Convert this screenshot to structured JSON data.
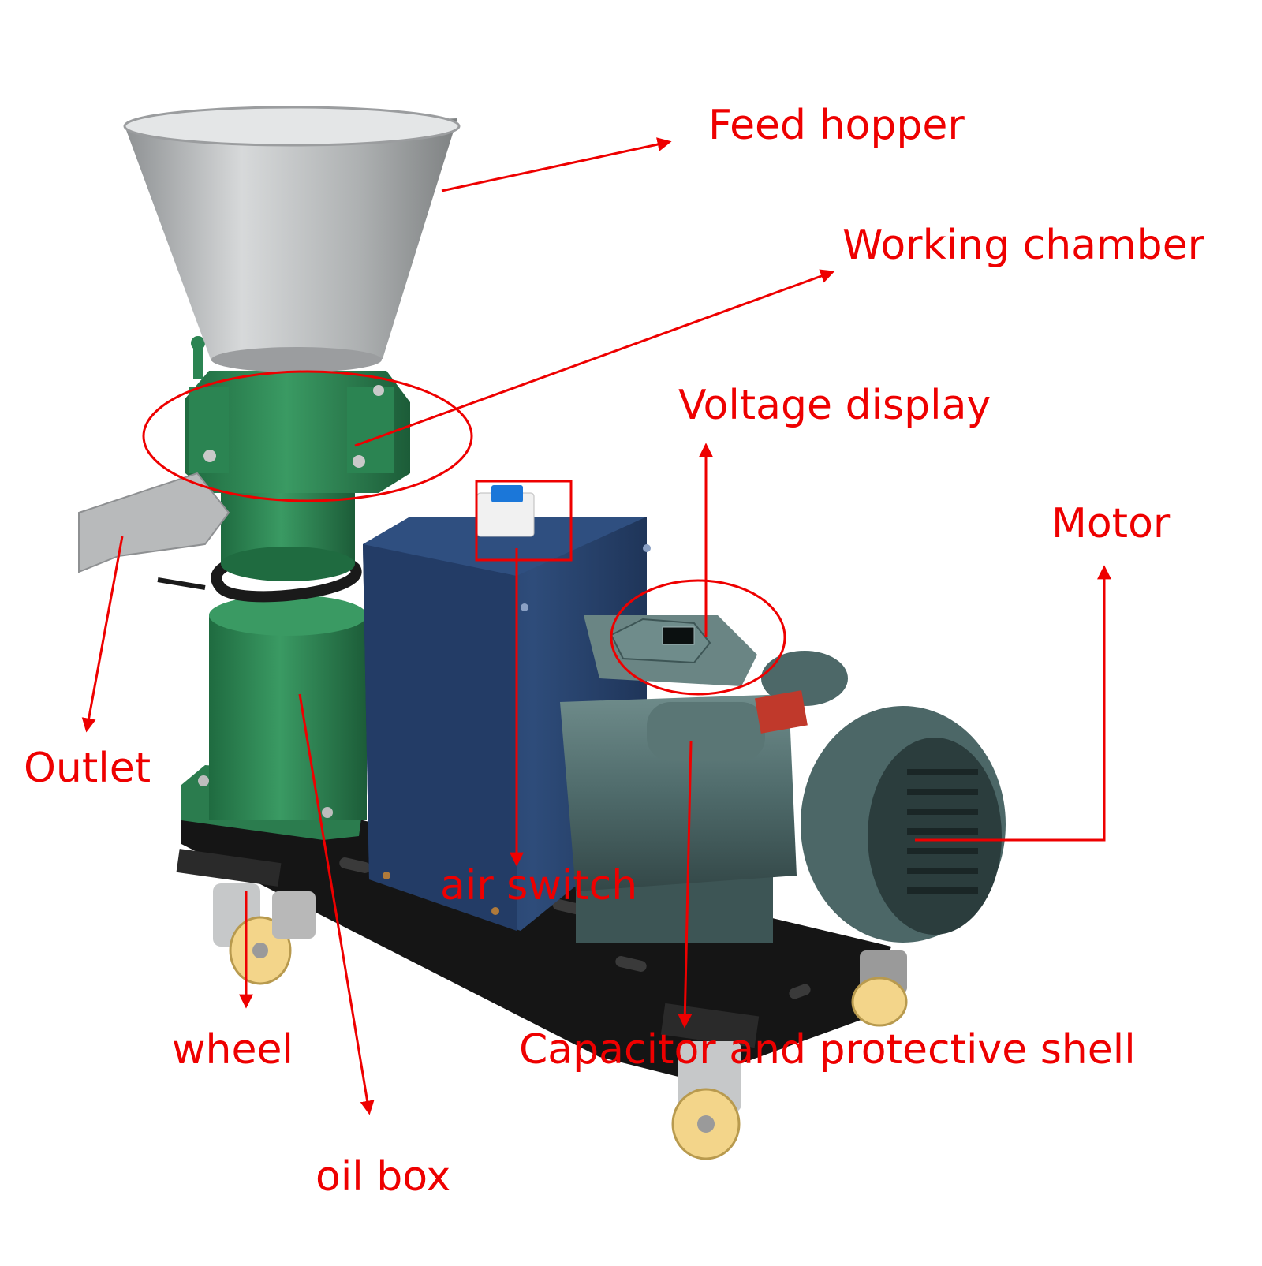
{
  "diagram": {
    "labels": {
      "feed_hopper": "Feed hopper",
      "working_chamber": "Working chamber",
      "voltage_display": "Voltage display",
      "motor": "Motor",
      "outlet": "Outlet",
      "air_switch": "air switch",
      "wheel": "wheel",
      "capacitor": "Capacitor and protective shell",
      "oil_box": "oil box"
    },
    "colors": {
      "annotation": "#ee0000",
      "machine_green": "#2e8a55",
      "cabinet_blue": "#27406a",
      "motor_grey": "#4d6868",
      "hopper_steel": "#b8babb",
      "frame_black": "#1a1a1a",
      "wheel_cream": "#f3d58a"
    }
  }
}
